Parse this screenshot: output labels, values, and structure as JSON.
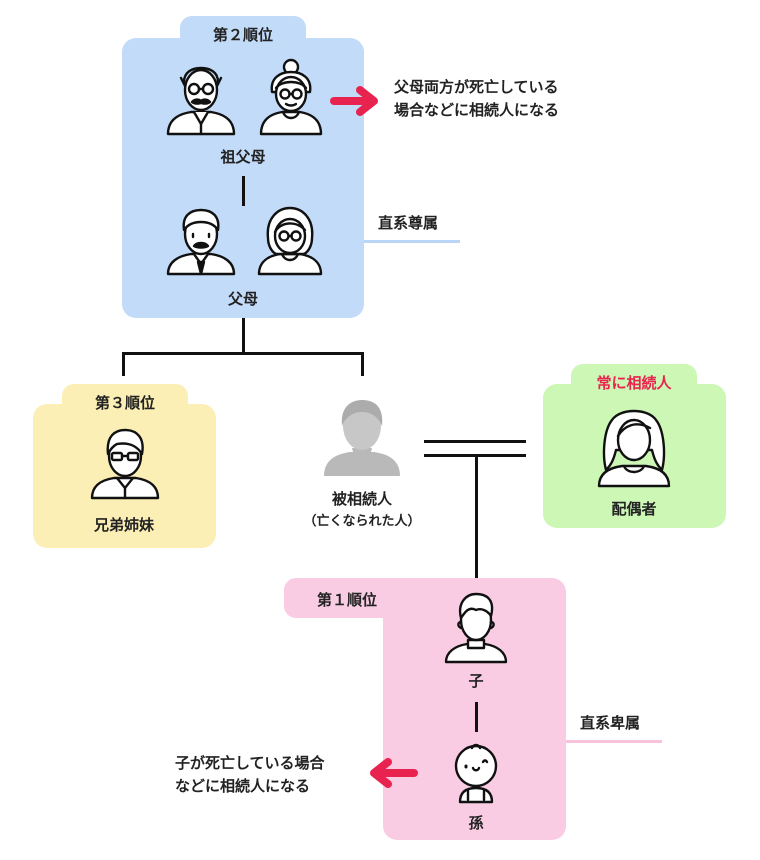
{
  "colors": {
    "blue_panel": "#c2dbf9",
    "yellow_panel": "#fcefb5",
    "green_panel": "#cdf7b5",
    "pink_panel": "#f9cce4",
    "arrow": "#e8234f",
    "accent_text": "#e8234f",
    "blue_underline": "#b9d6f6",
    "pink_underline": "#f6c2dc"
  },
  "rank2": {
    "tab_label": "第２順位",
    "grandparents_label": "祖父母",
    "parents_label": "父母",
    "note_line1": "父母両方が死亡している",
    "note_line2": "場合などに相続人になる",
    "side_label": "直系尊属"
  },
  "rank3": {
    "tab_label": "第３順位",
    "label": "兄弟姉妹"
  },
  "deceased": {
    "label": "被相続人",
    "sublabel": "（亡くなられた人）"
  },
  "spouse": {
    "tab_label": "常に相続人",
    "label": "配偶者"
  },
  "rank1": {
    "tab_label": "第１順位",
    "child_label": "子",
    "grandchild_label": "孫",
    "note_line1": "子が死亡している場合",
    "note_line2": "などに相続人になる",
    "side_label": "直系卑属"
  },
  "icons": [
    "grandfather-icon",
    "grandmother-icon",
    "father-icon",
    "mother-icon",
    "sibling-icon",
    "deceased-person-icon",
    "spouse-icon",
    "child-icon",
    "grandchild-icon",
    "arrow-right-icon",
    "arrow-left-icon"
  ]
}
